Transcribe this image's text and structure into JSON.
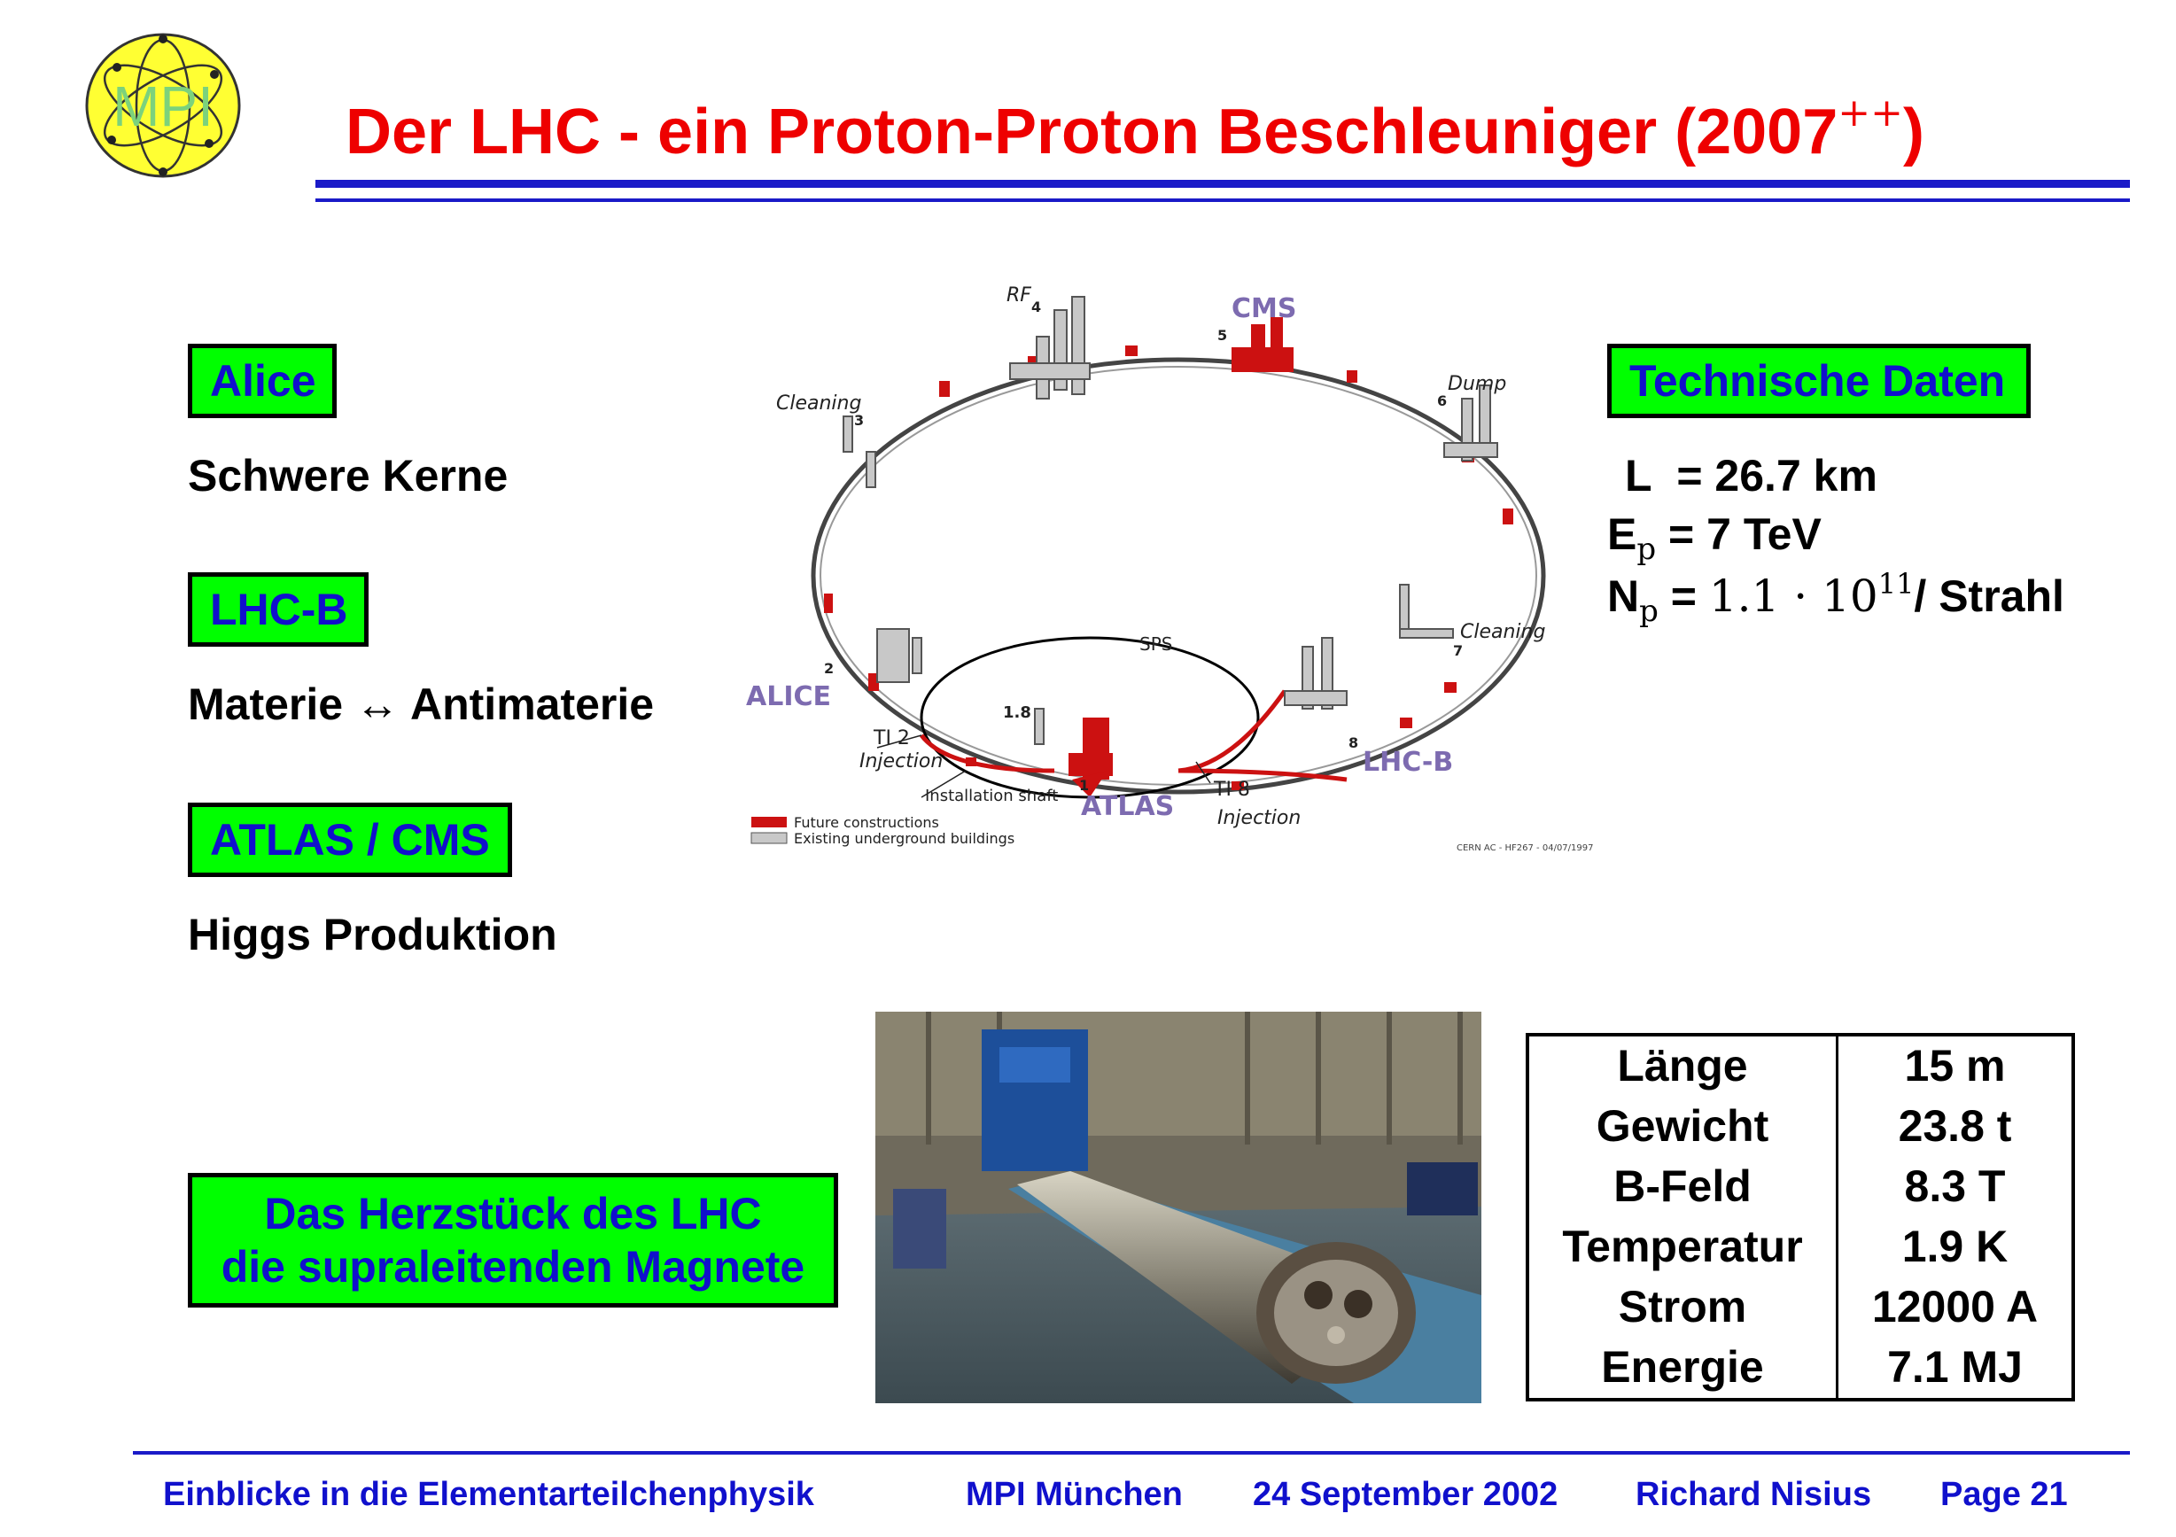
{
  "logo": {
    "text": "MPI"
  },
  "title": {
    "main": "Der LHC - ein Proton-Proton Beschleuniger (2007",
    "sup": "++",
    "close": ")"
  },
  "experiments": [
    {
      "label": "Alice",
      "desc": "Schwere Kerne"
    },
    {
      "label": "LHC-B",
      "desc": "Materie ↔ Antimaterie"
    },
    {
      "label": "ATLAS / CMS",
      "desc": "Higgs Produktion"
    }
  ],
  "diagram": {
    "labels": {
      "rf": "RF",
      "rf_num": "4",
      "cms": "CMS",
      "cms_num": "5",
      "dump": "Dump",
      "dump_num": "6",
      "cleaning3": "Cleaning",
      "cleaning3_num": "3",
      "cleaning7": "Cleaning",
      "cleaning7_num": "7",
      "sps": "SPS",
      "alice": "ALICE",
      "alice_num": "2",
      "lhcb": "LHC-B",
      "lhcb_num": "8",
      "atlas": "ATLAS",
      "atlas_num": "1",
      "p18": "1.8",
      "ti2": "TI 2",
      "ti2_inj": "Injection",
      "ti8": "TI 8",
      "ti8_inj": "Injection",
      "shaft": "Installation shaft",
      "legend_future": "Future constructions",
      "legend_existing": "Existing underground buildings",
      "credit": "CERN AC - HF267 - 04/07/1997"
    },
    "colors": {
      "future": "#cc1111",
      "existing": "#c8c8c8"
    }
  },
  "technical": {
    "header": "Technische Daten",
    "L": {
      "sym": "L",
      "eq": "= 26.7 km"
    },
    "E": {
      "sym": "E",
      "sub": "p",
      "eq": "= 7 TeV"
    },
    "N": {
      "sym": "N",
      "sub": "p",
      "eq_pre": "= ",
      "math": "1.1 · 10",
      "exp": "11",
      "post": "/ Strahl"
    }
  },
  "magnet_box": {
    "line1": "Das Herzstück des LHC",
    "line2": "die supraleitenden Magnete"
  },
  "specs": [
    {
      "label": "Länge",
      "value": "15 m"
    },
    {
      "label": "Gewicht",
      "value": "23.8 t"
    },
    {
      "label": "B-Feld",
      "value": "8.3 T"
    },
    {
      "label": "Temperatur",
      "value": "1.9 K"
    },
    {
      "label": "Strom",
      "value": "12000 A"
    },
    {
      "label": "Energie",
      "value": "7.1 MJ"
    }
  ],
  "footer": {
    "course": "Einblicke in die Elementarteilchenphysik",
    "institute": "MPI München",
    "date": "24 September 2002",
    "author": "Richard Nisius",
    "page_label": "Page",
    "page_num": "21"
  }
}
